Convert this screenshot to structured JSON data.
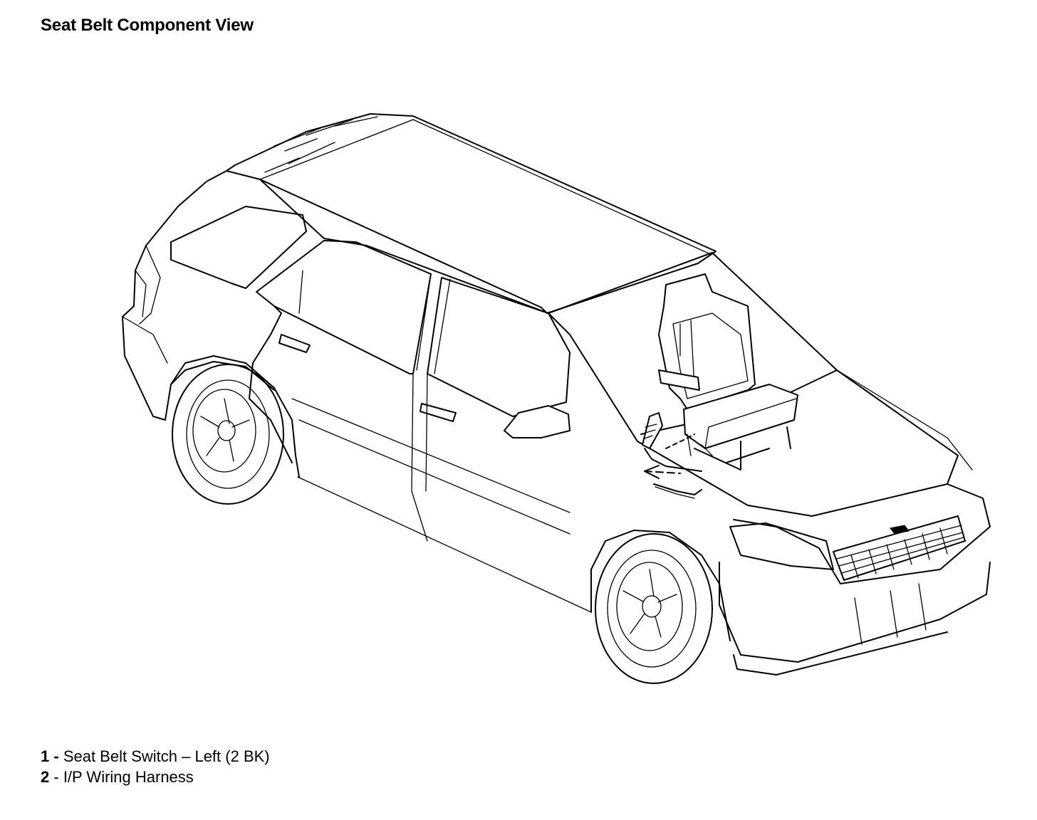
{
  "title": "Seat Belt Component View",
  "legend": [
    {
      "num": "1",
      "sep": " - ",
      "label": "Seat Belt Switch – Left (2 BK)"
    },
    {
      "num": "2",
      "sep": " - ",
      "label": "I/P Wiring Harness"
    }
  ]
}
